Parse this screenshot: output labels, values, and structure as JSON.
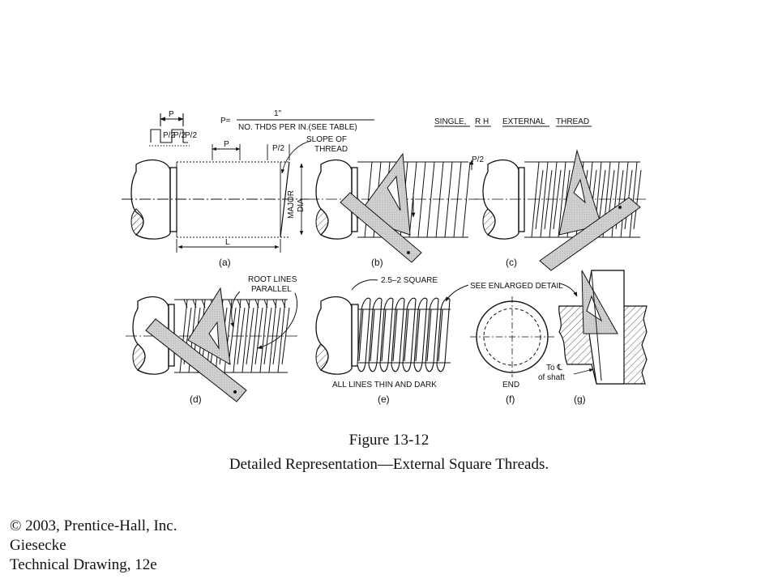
{
  "figure": {
    "header_formula": "P=",
    "numerator": "1\"",
    "denominator": "NO. THDS PER IN.(SEE TABLE)",
    "header_title_parts": [
      "SINGLE,",
      "R H",
      "EXTERNAL",
      "THREAD"
    ],
    "label_p": "P",
    "label_p_half": "P/2",
    "label_slope": [
      "SLOPE OF",
      "THREAD"
    ],
    "label_major_dia": [
      "MAJOR",
      "DIA"
    ],
    "label_l": "L",
    "label_root_lines": [
      "ROOT LINES",
      "PARALLEL"
    ],
    "label_spec": "2.5–2 SQUARE",
    "label_enlarged": "SEE ENLARGED DETAIL",
    "label_all_lines": "ALL LINES THIN AND DARK",
    "label_end": "END",
    "label_to_shaft": [
      "To ℄",
      "of shaft"
    ],
    "subfigures": [
      "(a)",
      "(b)",
      "(c)",
      "(d)",
      "(e)",
      "(f)",
      "(g)"
    ]
  },
  "caption": {
    "number": "Figure 13-12",
    "title": "Detailed Representation—External Square Threads."
  },
  "credits": {
    "copyright": "© 2003, Prentice-Hall, Inc.",
    "author": "Giesecke",
    "book": "Technical Drawing, 12e"
  }
}
